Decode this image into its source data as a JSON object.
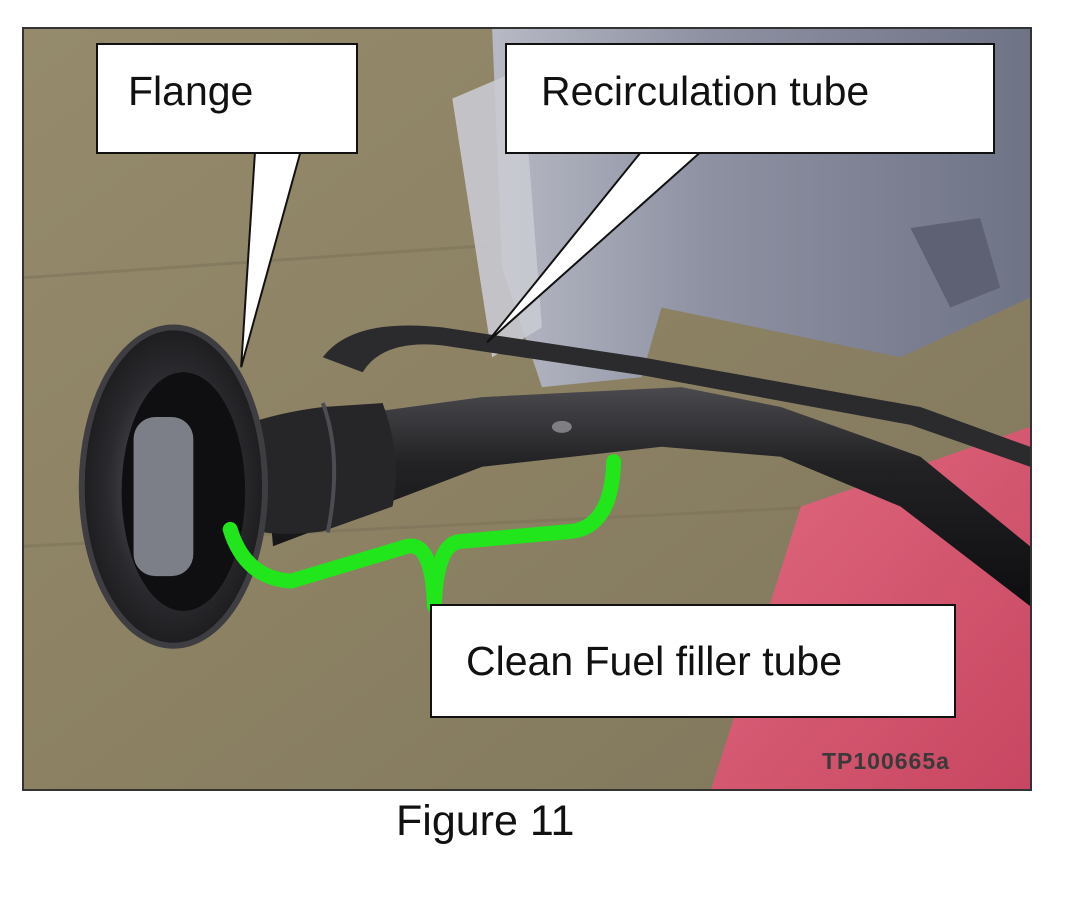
{
  "labels": {
    "flange": "Flange",
    "recirculation_tube": "Recirculation tube",
    "filler_tube": "Clean Fuel filler tube"
  },
  "figure_id": "TP100665a",
  "caption": "Figure 11",
  "colors": {
    "bracket_highlight": "#22e61c",
    "floor": "#8f8466",
    "cloth": "#d8566e",
    "tube": "#1f1f21",
    "background_part": "#8a8e9e"
  }
}
